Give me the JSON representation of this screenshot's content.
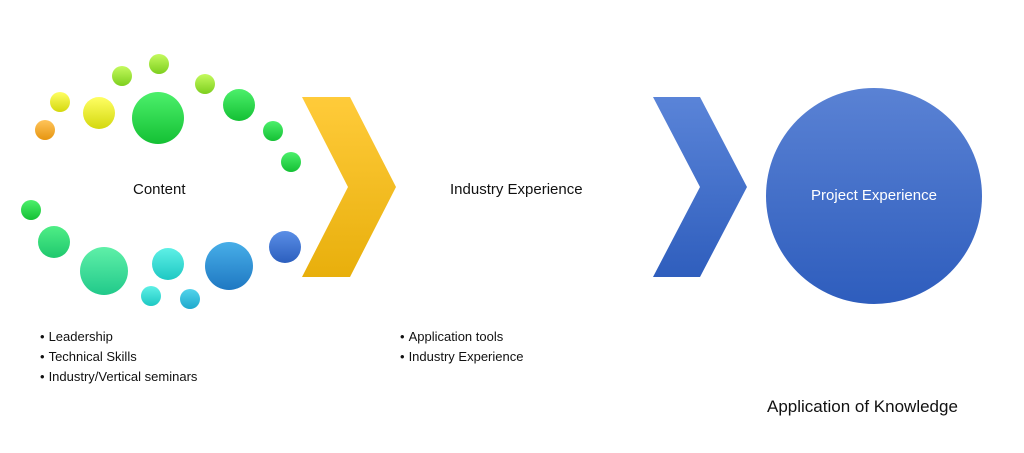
{
  "stages": {
    "content": {
      "label": "Content",
      "bullets": [
        "Leadership",
        "Technical Skills",
        "Industry/Vertical seminars"
      ]
    },
    "industry": {
      "label": "Industry Experience",
      "bullets": [
        "Application tools",
        "Industry Experience"
      ]
    },
    "project": {
      "label": "Project Experience"
    }
  },
  "footer": "Application of Knowledge",
  "colors": {
    "yellow_chevron": "#F7BE1E",
    "blue_chevron": "#3A68C4",
    "project_circle": "#3B66C5",
    "dots": [
      "#F0A21E",
      "#E8E02C",
      "#9DE13A",
      "#2ED653",
      "#29D7C9",
      "#2F8FD0"
    ]
  }
}
